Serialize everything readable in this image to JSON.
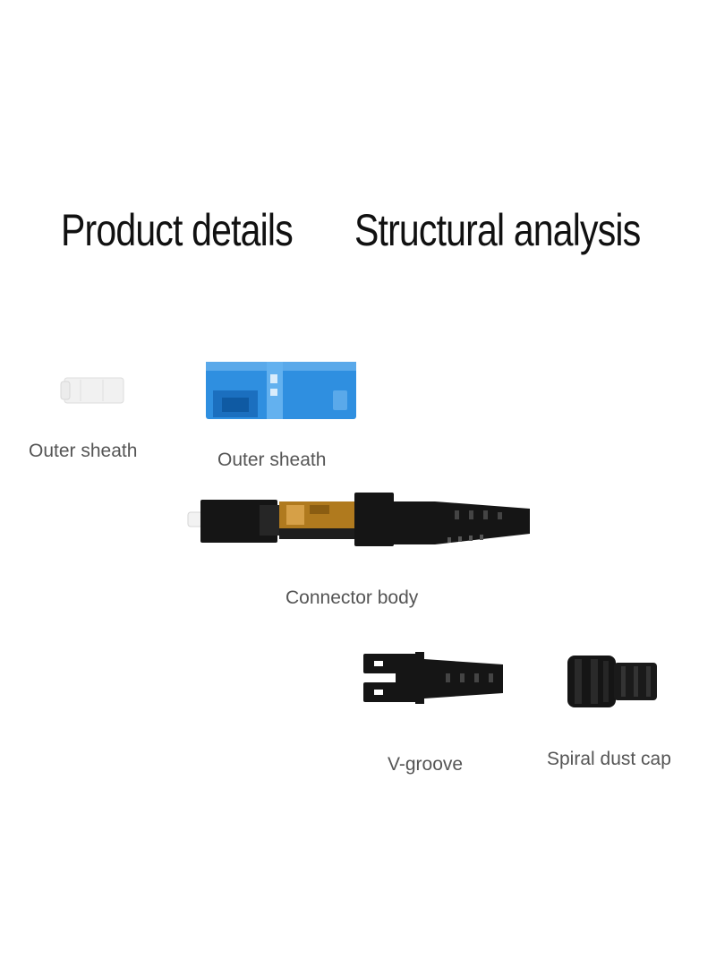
{
  "headings": {
    "product_details": "Product details",
    "structural_analysis": "Structural analysis"
  },
  "parts": [
    {
      "label": "Outer sheath",
      "icon": "white-sleeve-icon"
    },
    {
      "label": "Outer sheath",
      "icon": "blue-sc-housing-icon"
    },
    {
      "label": "Connector body",
      "icon": "connector-body-icon"
    },
    {
      "label": "V-groove",
      "icon": "v-groove-icon"
    },
    {
      "label": "Spiral dust cap",
      "icon": "spiral-dust-cap-icon"
    }
  ],
  "colors": {
    "housing_blue": "#2f8fe0",
    "body_black": "#151515",
    "insert_amber": "#b07a1e",
    "label_gray": "#555555"
  }
}
